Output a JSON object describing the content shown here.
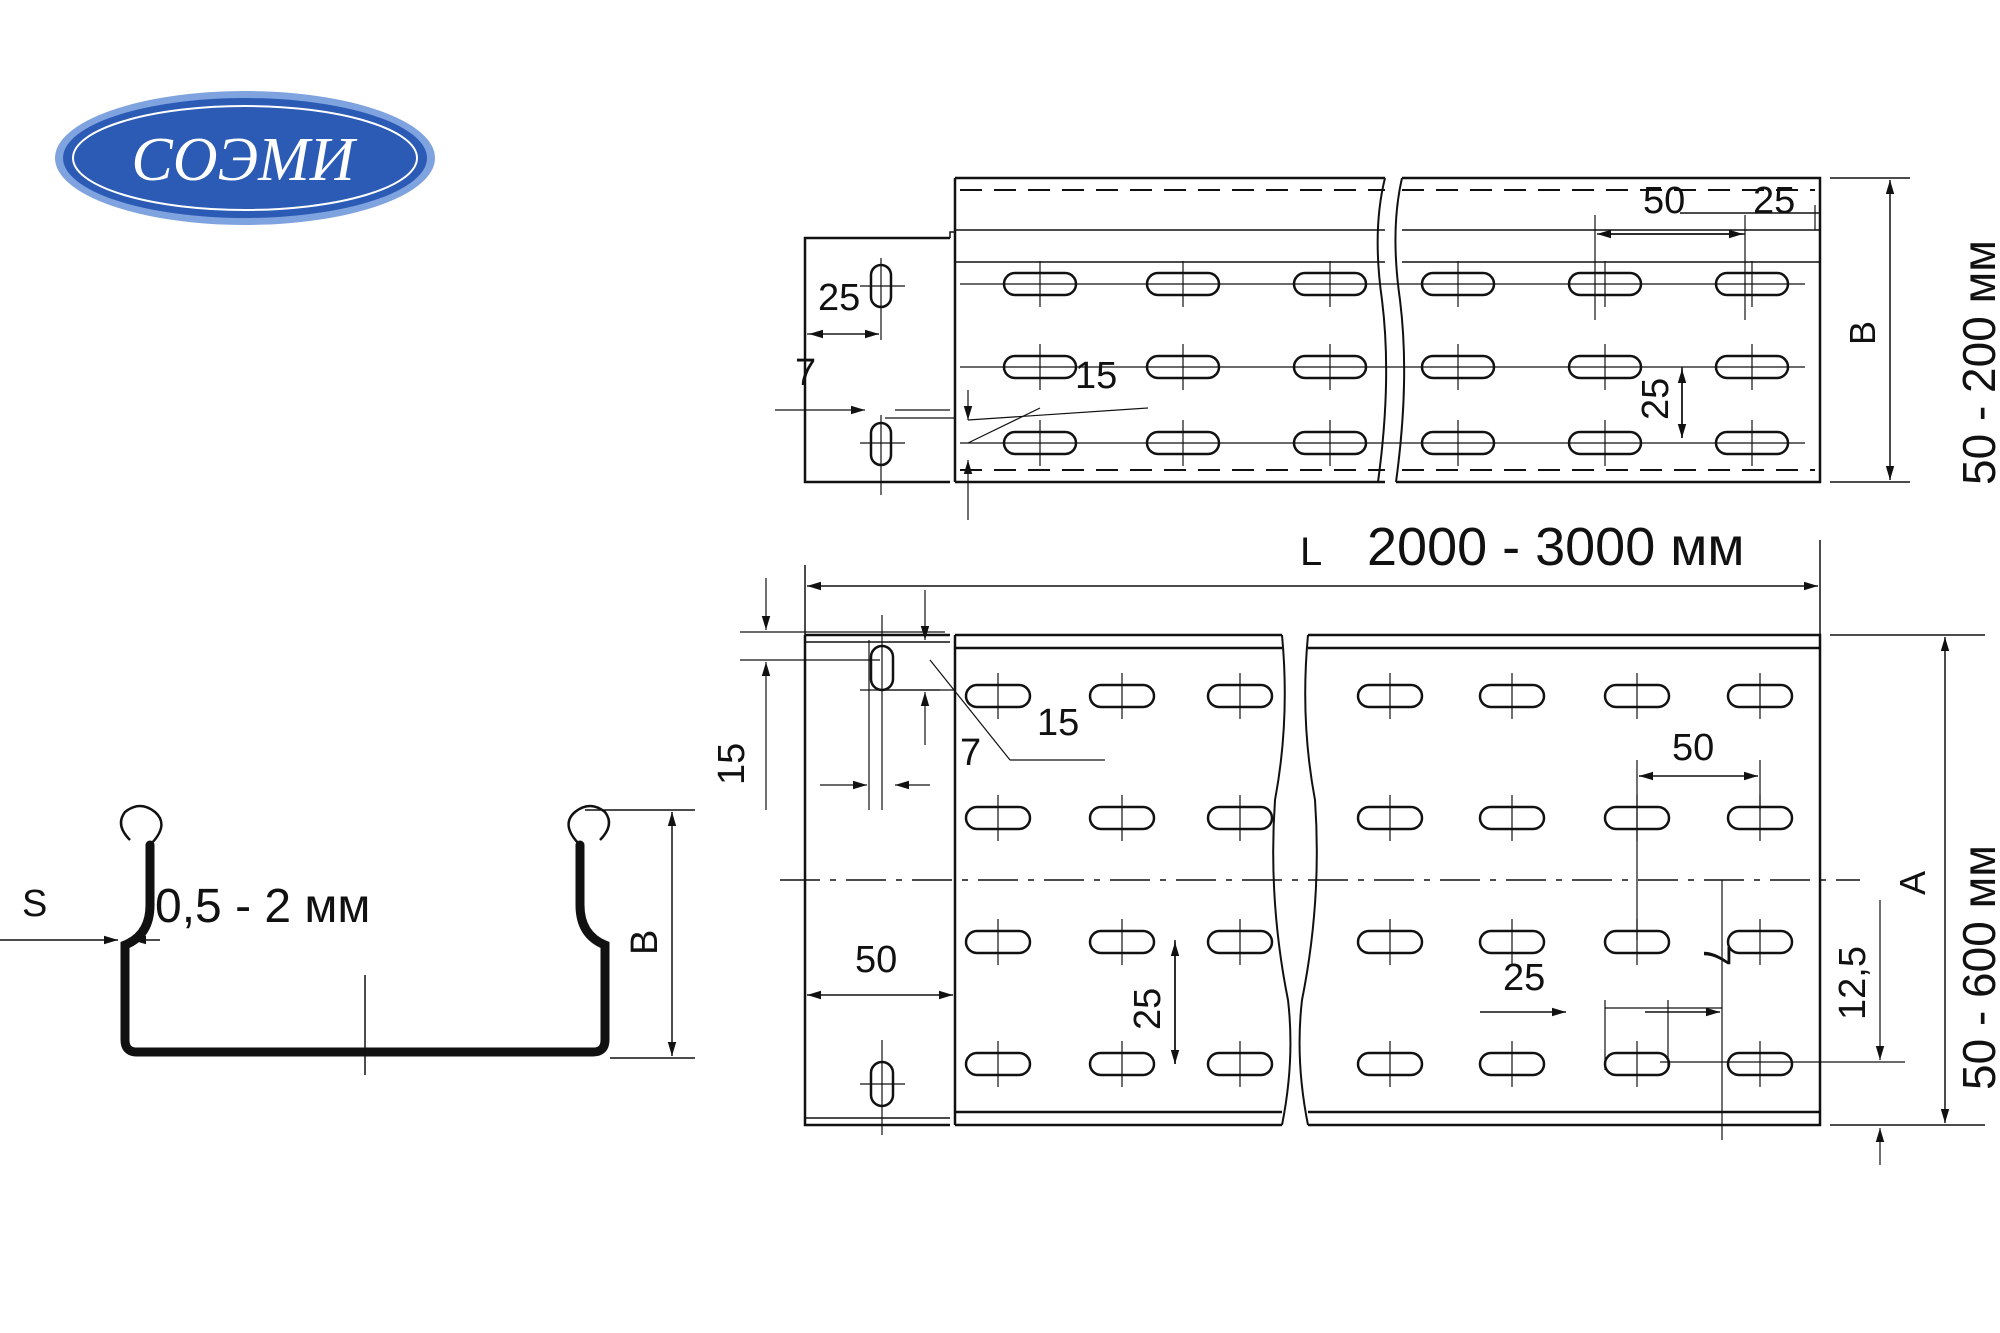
{
  "logo": {
    "text": "СОЭМИ"
  },
  "profile": {
    "thickness_symbol": "S",
    "thickness_value": "0,5 - 2 мм",
    "height_symbol": "B"
  },
  "top_view": {
    "pitch_50": "50",
    "offset_25": "25",
    "end_offset_25": "25",
    "end_7": "7",
    "slot_15": "15",
    "row_pitch_25": "25",
    "height_symbol": "B",
    "height_range": "50 - 200 мм"
  },
  "bottom_view": {
    "length_symbol": "L",
    "length_range": "2000 - 3000 мм",
    "edge_15": "15",
    "slot_15": "15",
    "edge_7": "7",
    "pitch_50": "50",
    "end_50": "50",
    "row_pitch_25": "25",
    "slot_7": "7",
    "slot_25": "25",
    "edge_12_5": "12,5",
    "width_symbol": "A",
    "width_range": "50 - 600 мм"
  },
  "colors": {
    "logo_fill": "#2c5bb5",
    "logo_ring": "#7fa3df",
    "line": "#111111"
  }
}
